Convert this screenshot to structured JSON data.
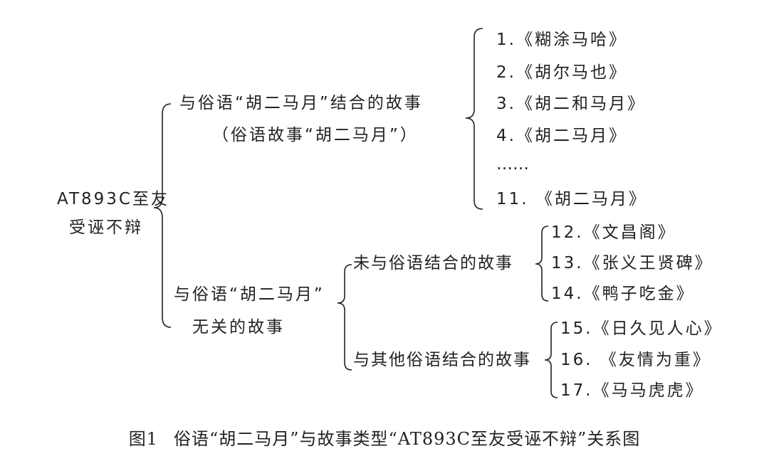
{
  "root": {
    "line1": "AT893C至友",
    "line2": "受诬不辩"
  },
  "branch_a": {
    "line1": "与俗语“胡二马月”结合的故事",
    "line2": "（俗语故事“胡二马月”）",
    "items": [
      "1.《糊涂马哈》",
      "2.《胡尔马也》",
      "3.《胡二和马月》",
      "4.《胡二马月》",
      "……",
      "11. 《胡二马月》"
    ]
  },
  "branch_b": {
    "line1": "与俗语“胡二马月”",
    "line2": "无关的故事",
    "sub1": {
      "label": "未与俗语结合的故事",
      "items": [
        "12.《文昌阁》",
        "13.《张义王贤碑》",
        "14.《鸭子吃金》"
      ]
    },
    "sub2": {
      "label": "与其他俗语结合的故事",
      "items": [
        "15.《日久见人心》",
        "16. 《友情为重》",
        "17.《马马虎虎》"
      ]
    }
  },
  "caption": {
    "figure_no": "图1",
    "title": "俗语“胡二马月”与故事类型“AT893C至友受诬不辩”关系图"
  }
}
